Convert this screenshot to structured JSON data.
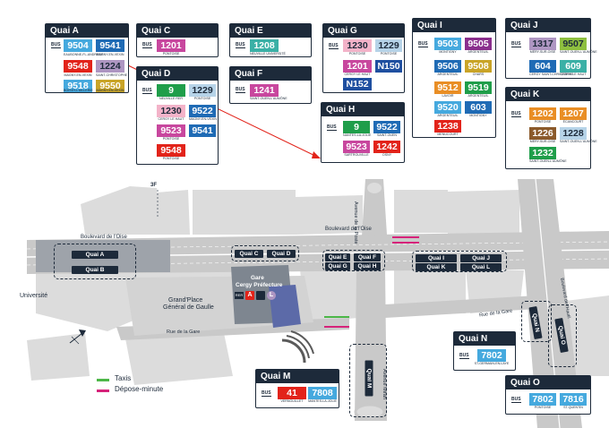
{
  "quais": {
    "a": {
      "name": "Quai A",
      "bus": "BUS",
      "lines": [
        {
          "num": "9504",
          "dest": "EAUBONNE-FL-ANDRESY",
          "bg": "#45a9de"
        },
        {
          "num": "9541",
          "dest": "MAGNY-EN-VEXIN",
          "bg": "#1f6bb5"
        },
        {
          "num": "9548",
          "dest": "MAGNY-EN-VEXIN",
          "bg": "#e2231a"
        },
        {
          "num": "1224",
          "dest": "SAINT-CHRISTOPHE",
          "bg": "#ae96c2"
        },
        {
          "num": "9518",
          "dest": "BOISSY-L'AILLERIE",
          "bg": "#45a9de"
        },
        {
          "num": "9550",
          "dest": "MAGNY-EN-VEXIN",
          "bg": "#c9a427"
        }
      ]
    },
    "c": {
      "name": "Quai C",
      "bus": "BUS",
      "lines": [
        {
          "num": "1201",
          "dest": "PONTOISE",
          "bg": "#c8479e"
        }
      ]
    },
    "d": {
      "name": "Quai D",
      "bus": "BUS",
      "lines": [
        {
          "num": "9",
          "dest": "NEUVILLE RER",
          "bg": "#1f9e4a"
        },
        {
          "num": "1229",
          "dest": "PONTOISE",
          "bg": "#b6d3e8"
        },
        {
          "num": "1230",
          "dest": "CERGY LE HAUT",
          "bg": "#f3b3c9"
        },
        {
          "num": "9522",
          "dest": "MAGNY-EN-VEXIN",
          "bg": "#1f6bb5"
        },
        {
          "num": "9523",
          "dest": "PONTOISE",
          "bg": "#c8479e"
        },
        {
          "num": "9541",
          "dest": "",
          "bg": "#1f6bb5"
        },
        {
          "num": "9548",
          "dest": "PONTOISE",
          "bg": "#e2231a"
        }
      ]
    },
    "e": {
      "name": "Quai E",
      "bus": "BUS",
      "lines": [
        {
          "num": "1208",
          "dest": "NEUVILLE UNIVERSITÉ",
          "bg": "#3ab0a6"
        }
      ]
    },
    "f": {
      "name": "Quai F",
      "bus": "BUS",
      "lines": [
        {
          "num": "1241",
          "dest": "SAINT-OUEN-L'AUMÔNE",
          "bg": "#c8479e"
        }
      ]
    },
    "g": {
      "name": "Quai G",
      "bus": "BUS",
      "lines": [
        {
          "num": "1230",
          "dest": "PONTOISE",
          "bg": "#f3b3c9"
        },
        {
          "num": "1229",
          "dest": "PONTOISE",
          "bg": "#b6d3e8"
        },
        {
          "num": "1201",
          "dest": "CERGY LE HAUT",
          "bg": "#c8479e"
        },
        {
          "num": "N150",
          "dest": "",
          "bg": "#1f4fa0"
        },
        {
          "num": "N152",
          "dest": "",
          "bg": "#1f4fa0"
        }
      ]
    },
    "h": {
      "name": "Quai H",
      "bus": "BUS",
      "lines": [
        {
          "num": "9",
          "dest": "NANTES-LA-JOLIE",
          "bg": "#1f9e4a"
        },
        {
          "num": "9522",
          "dest": "SAINT-OUEN",
          "bg": "#1f6bb5"
        },
        {
          "num": "9523",
          "dest": "SARTROUVILLE",
          "bg": "#c8479e"
        },
        {
          "num": "1242",
          "dest": "OSNY",
          "bg": "#e2231a"
        }
      ]
    },
    "i": {
      "name": "Quai I",
      "bus": "BUS",
      "lines": [
        {
          "num": "9503",
          "dest": "MONTIGNY",
          "bg": "#45a9de"
        },
        {
          "num": "9505",
          "dest": "ARGENTEUIL",
          "bg": "#8a2f8d"
        },
        {
          "num": "9506",
          "dest": "ARGENTEUIL",
          "bg": "#1f6bb5"
        },
        {
          "num": "9508",
          "dest": "CHARS",
          "bg": "#c9a427"
        },
        {
          "num": "9512",
          "dest": "LAVOIR",
          "bg": "#e98e25"
        },
        {
          "num": "9519",
          "dest": "ARGENTEUIL",
          "bg": "#1f9e4a"
        },
        {
          "num": "9520",
          "dest": "ARGENTEUIL",
          "bg": "#45a9de"
        },
        {
          "num": "603",
          "dest": "MONTIGNY",
          "bg": "#1f6bb5"
        },
        {
          "num": "1238",
          "dest": "MENUCOURT",
          "bg": "#e2231a"
        }
      ]
    },
    "j": {
      "name": "Quai J",
      "bus": "BUS",
      "lines": [
        {
          "num": "1317",
          "dest": "MÉRY-SUR-OISE",
          "bg": "#ae96c2"
        },
        {
          "num": "9507",
          "dest": "SAINT-OUEN-L'AUMÔNE",
          "bg": "#8ebf3f"
        },
        {
          "num": "604",
          "dest": "CERGY SAINT-CHRISTOPHE",
          "bg": "#1f6bb5"
        },
        {
          "num": "609",
          "dest": "CERGY LE HAUT",
          "bg": "#3ab0a6"
        }
      ]
    },
    "k": {
      "name": "Quai K",
      "bus": "BUS",
      "lines": [
        {
          "num": "1202",
          "dest": "PONTOISE",
          "bg": "#e98e25"
        },
        {
          "num": "1207",
          "dest": "ÉCANCOURT",
          "bg": "#e98e25"
        },
        {
          "num": "1226",
          "dest": "MÉRY-SUR-OISE",
          "bg": "#8b5a2b"
        },
        {
          "num": "1228",
          "dest": "SAINT-OUEN-L'AUMÔNE",
          "bg": "#b6d3e8"
        },
        {
          "num": "1232",
          "dest": "SAINT-OUEN-L'AUMÔNE",
          "bg": "#1f9e4a"
        }
      ]
    },
    "m": {
      "name": "Quai M",
      "bus": "BUS",
      "lines": [
        {
          "num": "41",
          "dest": "VERNOUILLET",
          "bg": "#e2231a"
        },
        {
          "num": "7808",
          "dest": "MANTES-LA-JOLIE",
          "bg": "#45a9de"
        }
      ]
    },
    "n": {
      "name": "Quai N",
      "bus": "BUS",
      "lines": [
        {
          "num": "7802",
          "dest": "ST-GERMAIN-EN-LAYE",
          "bg": "#45a9de"
        }
      ]
    },
    "o": {
      "name": "Quai O",
      "bus": "BUS",
      "lines": [
        {
          "num": "7802",
          "dest": "PONTOISE",
          "bg": "#45a9de"
        },
        {
          "num": "7816",
          "dest": "ST-QUENTIN",
          "bg": "#45a9de"
        }
      ]
    }
  },
  "map": {
    "boulevard_oise_west": "Boulevard de l'Oise",
    "boulevard_oise_east": "Boulevard de l'Oise",
    "avenue_poste": "Avenue de la Poste",
    "avenue_mirah": "Avenue Mirah",
    "rue_gare_west": "Rue de la Gare",
    "rue_gare_east": "Rue de la Gare",
    "boulevard_hautil": "Boulevard de l'Hautil",
    "universite": "Université",
    "grand_place": "Grand'Place",
    "general_gaulle": "Général de Gaulle",
    "gare_line1": "Gare",
    "gare_line2": "Cergy Préfecture",
    "rer_label": "RER",
    "rer_line": "A",
    "transilien_line": "L",
    "floor": "3F",
    "platforms": {
      "a": "Quai A",
      "b": "Quai B",
      "c": "Quai C",
      "d": "Quai D",
      "e": "Quai E",
      "f": "Quai F",
      "g": "Quai G",
      "h": "Quai H",
      "i": "Quai I",
      "j": "Quai J",
      "k": "Quai K",
      "l": "Quai L",
      "m": "Quai M",
      "n": "Quai N",
      "o": "Quai O"
    }
  },
  "legend": {
    "taxis": "Taxis",
    "depose": "Dépose-minute",
    "taxis_color": "#4cb748",
    "depose_color": "#d6227a"
  }
}
